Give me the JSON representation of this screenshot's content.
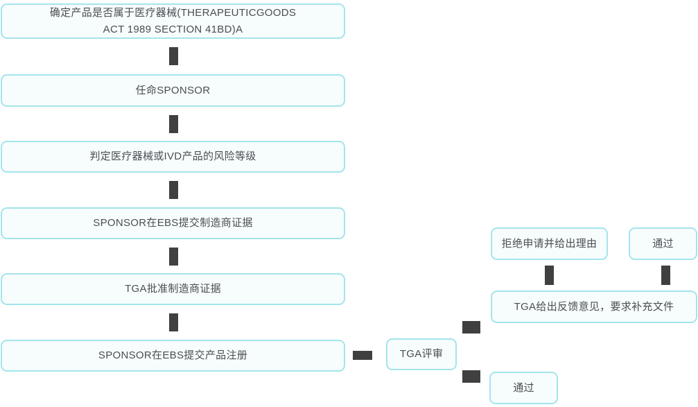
{
  "colors": {
    "background": "#ffffff",
    "box_border": "#a3e5eb",
    "box_fill": "#f7fcfd",
    "connector": "#404040",
    "text": "#4a4e52"
  },
  "flowchart": {
    "left_column": [
      {
        "label": "确定产品是否属于医疗器械(THERAPEUTICGOODS\nACT 1989 SECTION 41BD)A"
      },
      {
        "label": "任命SPONSOR"
      },
      {
        "label": "判定医疗器械或IVD产品的风险等级"
      },
      {
        "label": "SPONSOR在EBS提交制造商证据"
      },
      {
        "label": "TGA批准制造商证据"
      },
      {
        "label": "SPONSOR在EBS提交产品注册"
      }
    ],
    "review": {
      "label": "TGA评审"
    },
    "right_column": {
      "reject": {
        "label": "拒绝申请并给出理由"
      },
      "pass_top": {
        "label": "通过"
      },
      "feedback": {
        "label": "TGA给出反馈意见，要求补充文件"
      },
      "pass_bottom": {
        "label": "通过"
      }
    }
  }
}
